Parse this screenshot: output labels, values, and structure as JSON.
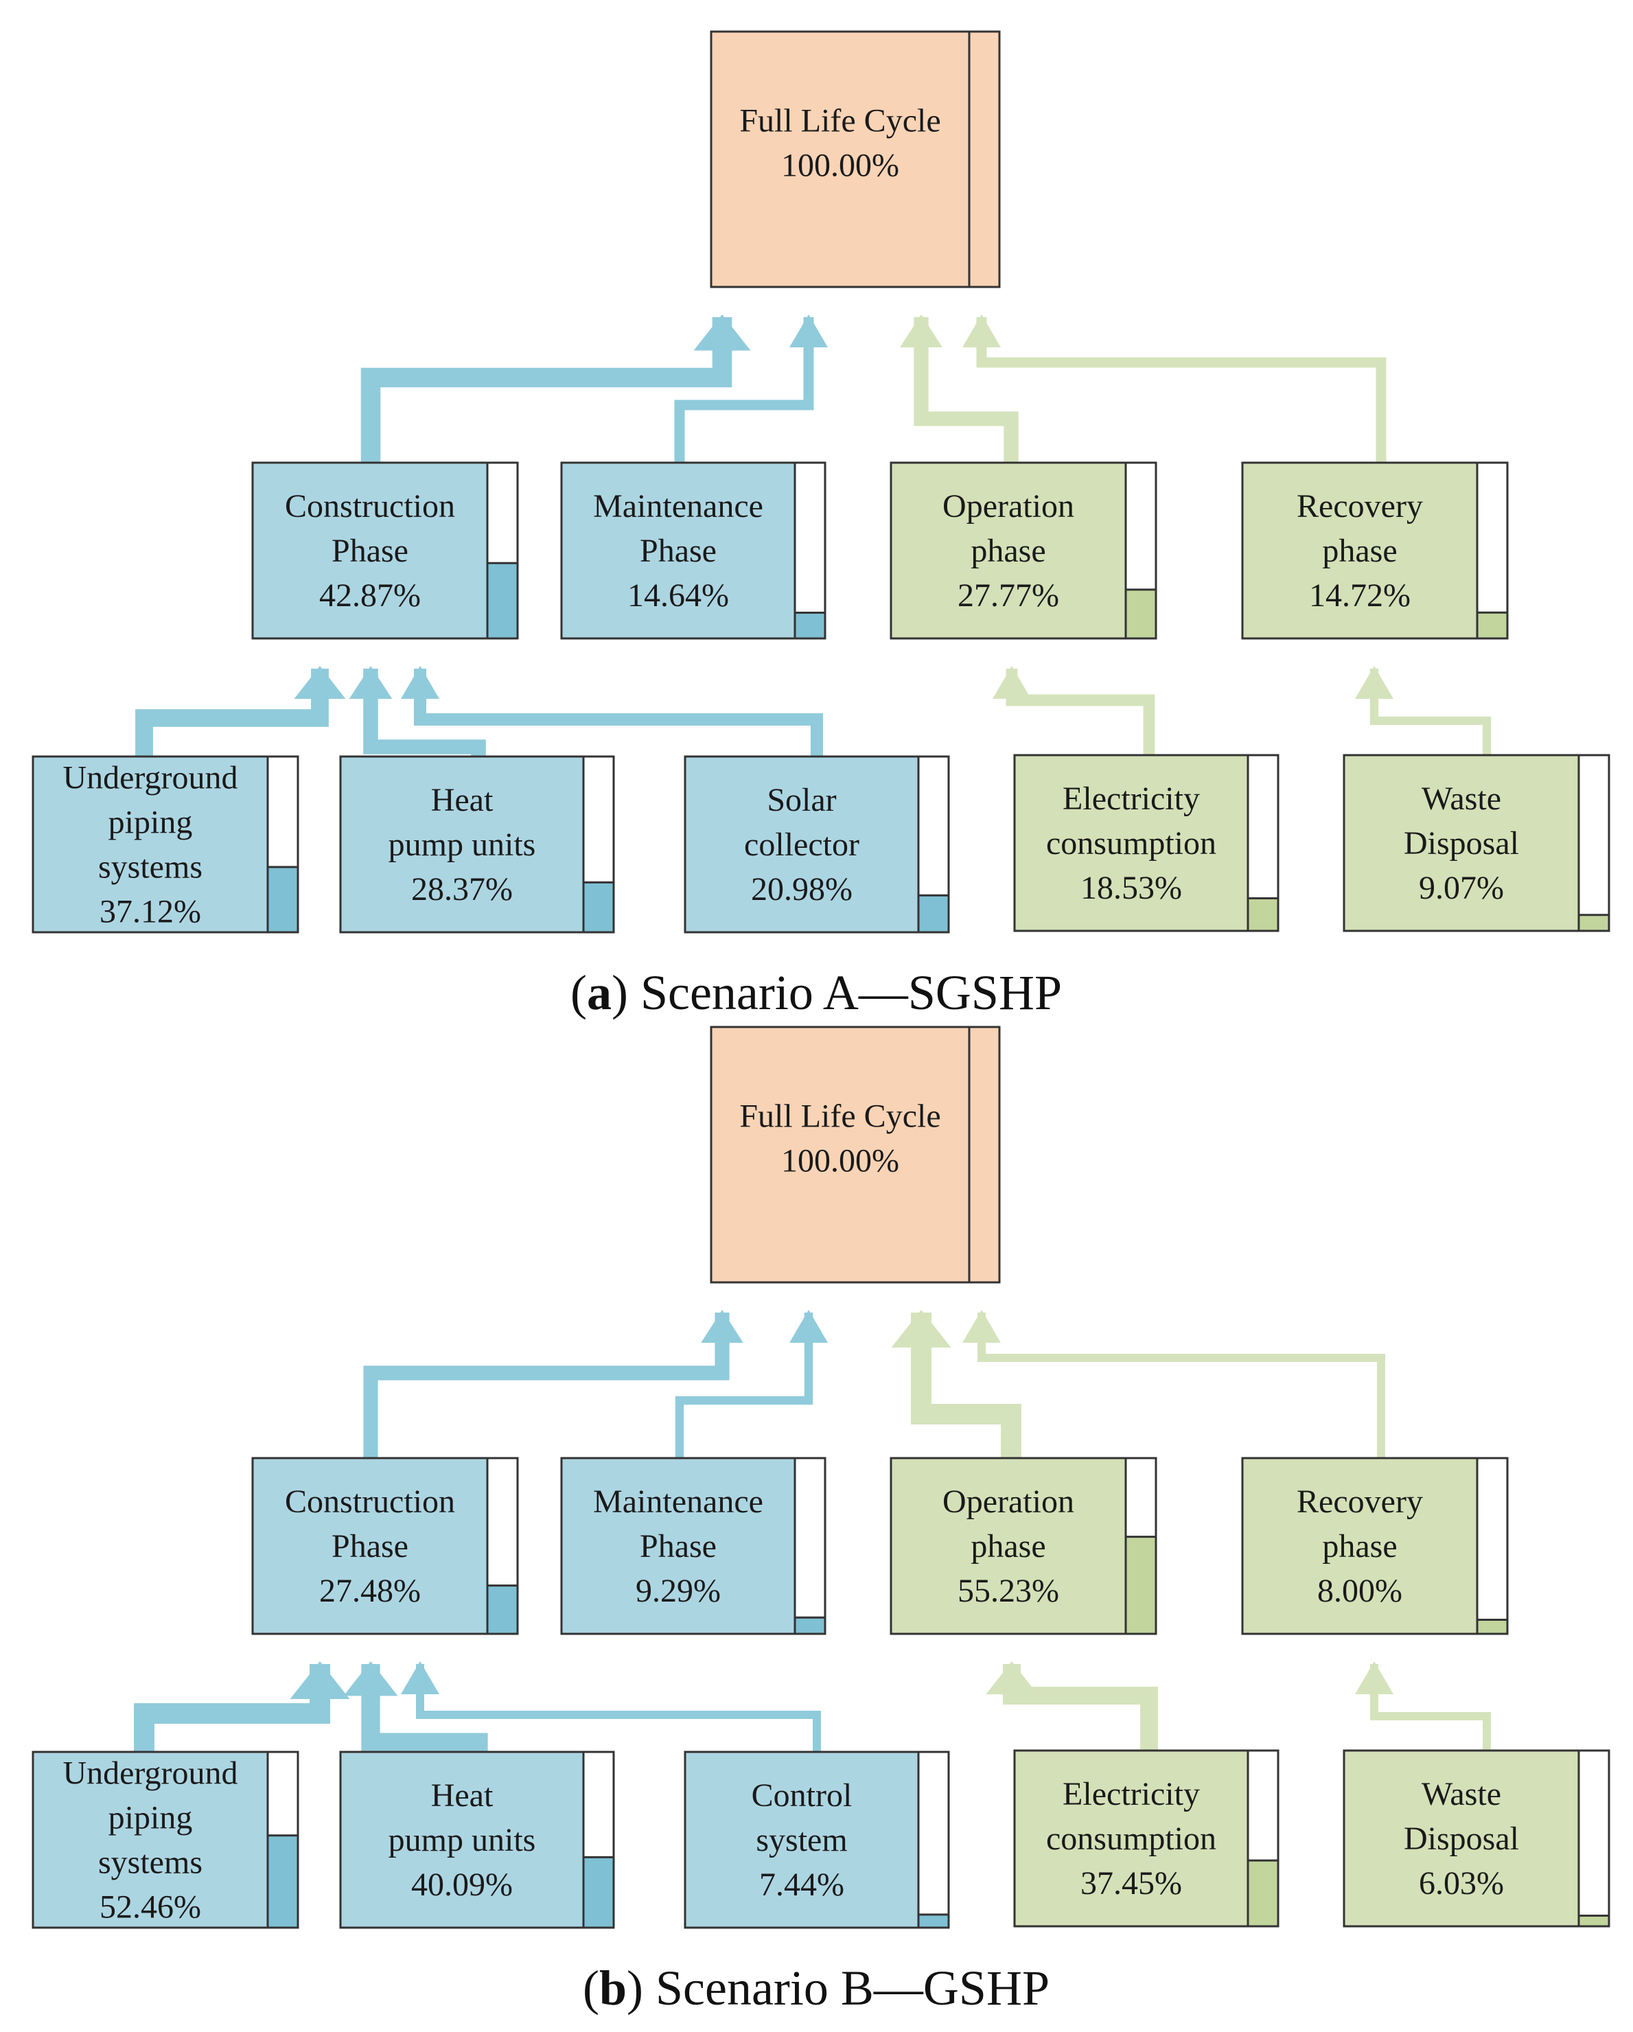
{
  "colors": {
    "blue_fill": "#acd5e2",
    "blue_bar": "#7fc0d4",
    "blue_arrow": "#90cbdb",
    "green_fill": "#d4e0b7",
    "green_bar": "#c2d59c",
    "green_arrow": "#d5e3bc",
    "top_fill": "#f8d3b5",
    "border": "#333333"
  },
  "panels": [
    {
      "caption": {
        "letter": "a",
        "text": ") Scenario A—SGSHP",
        "open": "("
      },
      "nodes": {
        "top": {
          "lines": [
            "Full Life Cycle",
            "100.00%"
          ],
          "share": 1.0,
          "group": "top"
        },
        "construction": {
          "lines": [
            "Construction",
            "Phase",
            "42.87%"
          ],
          "share": 0.4287,
          "group": "blue"
        },
        "maintenance": {
          "lines": [
            "Maintenance",
            "Phase",
            "14.64%"
          ],
          "share": 0.1464,
          "group": "blue"
        },
        "operation": {
          "lines": [
            "Operation",
            "phase",
            "27.77%"
          ],
          "share": 0.2777,
          "group": "green"
        },
        "recovery": {
          "lines": [
            "Recovery",
            "phase",
            "14.72%"
          ],
          "share": 0.1472,
          "group": "green"
        },
        "underground": {
          "lines": [
            "Underground",
            "piping",
            "systems",
            "37.12%"
          ],
          "share": 0.3712,
          "group": "blue"
        },
        "heatpump": {
          "lines": [
            "Heat",
            "pump units",
            "28.37%"
          ],
          "share": 0.2837,
          "group": "blue"
        },
        "third": {
          "lines": [
            "Solar",
            "collector",
            "20.98%"
          ],
          "share": 0.2098,
          "group": "blue"
        },
        "electricity": {
          "lines": [
            "Electricity",
            "consumption",
            "18.53%"
          ],
          "share": 0.1853,
          "group": "green"
        },
        "waste": {
          "lines": [
            "Waste",
            "Disposal",
            "9.07%"
          ],
          "share": 0.0907,
          "group": "green"
        }
      }
    },
    {
      "caption": {
        "letter": "b",
        "text": ") Scenario B—GSHP",
        "open": "("
      },
      "nodes": {
        "top": {
          "lines": [
            "Full Life Cycle",
            "100.00%"
          ],
          "share": 1.0,
          "group": "top"
        },
        "construction": {
          "lines": [
            "Construction",
            "Phase",
            "27.48%"
          ],
          "share": 0.2748,
          "group": "blue"
        },
        "maintenance": {
          "lines": [
            "Maintenance",
            "Phase",
            "9.29%"
          ],
          "share": 0.0929,
          "group": "blue"
        },
        "operation": {
          "lines": [
            "Operation",
            "phase",
            "55.23%"
          ],
          "share": 0.5523,
          "group": "green"
        },
        "recovery": {
          "lines": [
            "Recovery",
            "phase",
            "8.00%"
          ],
          "share": 0.08,
          "group": "green"
        },
        "underground": {
          "lines": [
            "Underground",
            "piping",
            "systems",
            "52.46%"
          ],
          "share": 0.5246,
          "group": "blue"
        },
        "heatpump": {
          "lines": [
            "Heat",
            "pump units",
            "40.09%"
          ],
          "share": 0.4009,
          "group": "blue"
        },
        "third": {
          "lines": [
            "Control",
            "system",
            "7.44%"
          ],
          "share": 0.0744,
          "group": "blue"
        },
        "electricity": {
          "lines": [
            "Electricity",
            "consumption",
            "37.45%"
          ],
          "share": 0.3745,
          "group": "green"
        },
        "waste": {
          "lines": [
            "Waste",
            "Disposal",
            "6.03%"
          ],
          "share": 0.0603,
          "group": "green"
        }
      }
    }
  ]
}
